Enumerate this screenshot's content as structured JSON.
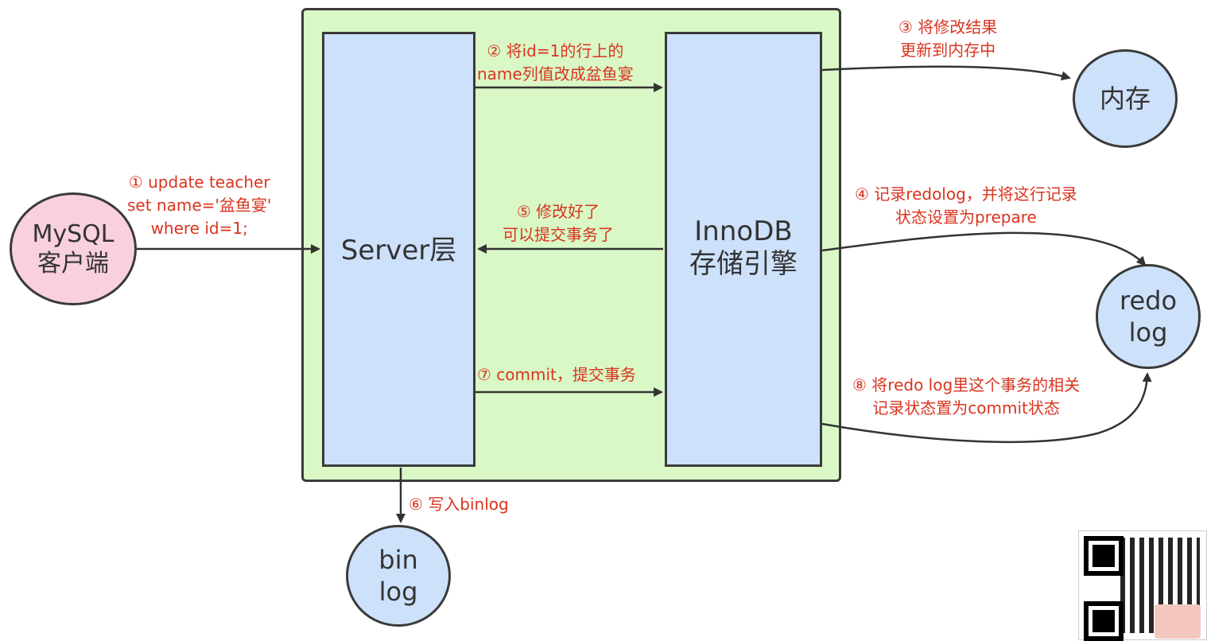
{
  "nodes": {
    "client": [
      "MySQL",
      "客户端"
    ],
    "server": "Server层",
    "innodb": [
      "InnoDB",
      "存储引擎"
    ],
    "memory": "内存",
    "redo": [
      "redo",
      "log"
    ],
    "binlog": [
      "bin",
      "log"
    ]
  },
  "steps": {
    "s1": [
      "① update teacher",
      "set name='盆鱼宴'",
      "where id=1;"
    ],
    "s2": [
      "② 将id=1的行上的",
      "name列值改成盆鱼宴"
    ],
    "s3": [
      "③ 将修改结果",
      "更新到内存中"
    ],
    "s4": [
      "④ 记录redolog，并将这行记录",
      "状态设置为prepare"
    ],
    "s5": [
      "⑤ 修改好了",
      "可以提交事务了"
    ],
    "s6": [
      "⑥ 写入binlog"
    ],
    "s7": [
      "⑦ commit，提交事务"
    ],
    "s8": [
      "⑧ 将redo log里这个事务的相关",
      "记录状态置为commit状态"
    ]
  },
  "colors": {
    "container": "#d9f8c6",
    "box": "#cde1fb",
    "client": "#f9d0e0",
    "label": "#d9341f",
    "border": "#3a3a3a"
  }
}
